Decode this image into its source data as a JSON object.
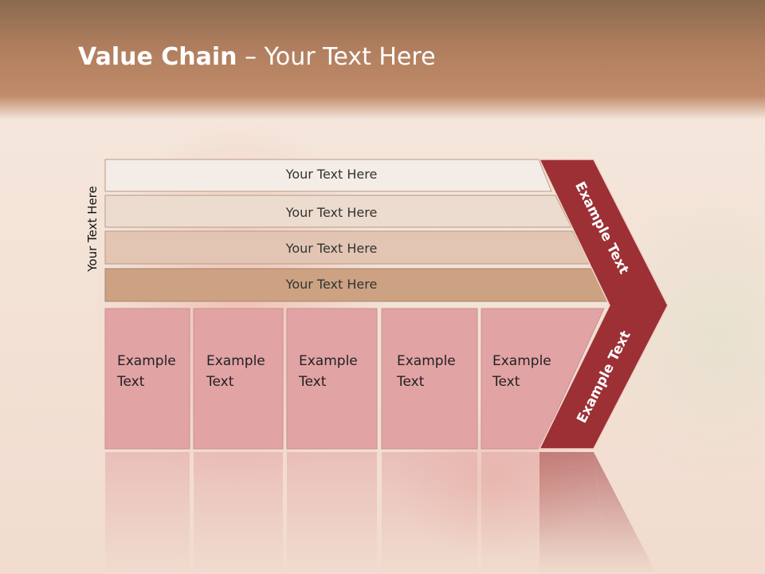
{
  "title": {
    "bold": "Value Chain",
    "rest": " – Your Text Here"
  },
  "vertical_label": "Your Text Here",
  "bars": [
    {
      "label": "Your Text Here",
      "fill": "#f4ece6"
    },
    {
      "label": "Your Text Here",
      "fill": "#ecdccf"
    },
    {
      "label": "Your Text Here",
      "fill": "#e2c6b3"
    },
    {
      "label": "Your Text Here",
      "fill": "#cca282"
    }
  ],
  "boxes": [
    {
      "line1": "Example",
      "line2": "Text"
    },
    {
      "line1": "Example",
      "line2": "Text"
    },
    {
      "line1": "Example",
      "line2": "Text"
    },
    {
      "line1": "Example",
      "line2": "Text"
    },
    {
      "line1": "Example",
      "line2": "Text"
    }
  ],
  "arrow": {
    "top_label": "Example Text",
    "bottom_label": "Example Text",
    "fill": "#9c3035"
  },
  "colors": {
    "box_fill": "#e2a3a5",
    "header": "#b07e5e"
  }
}
